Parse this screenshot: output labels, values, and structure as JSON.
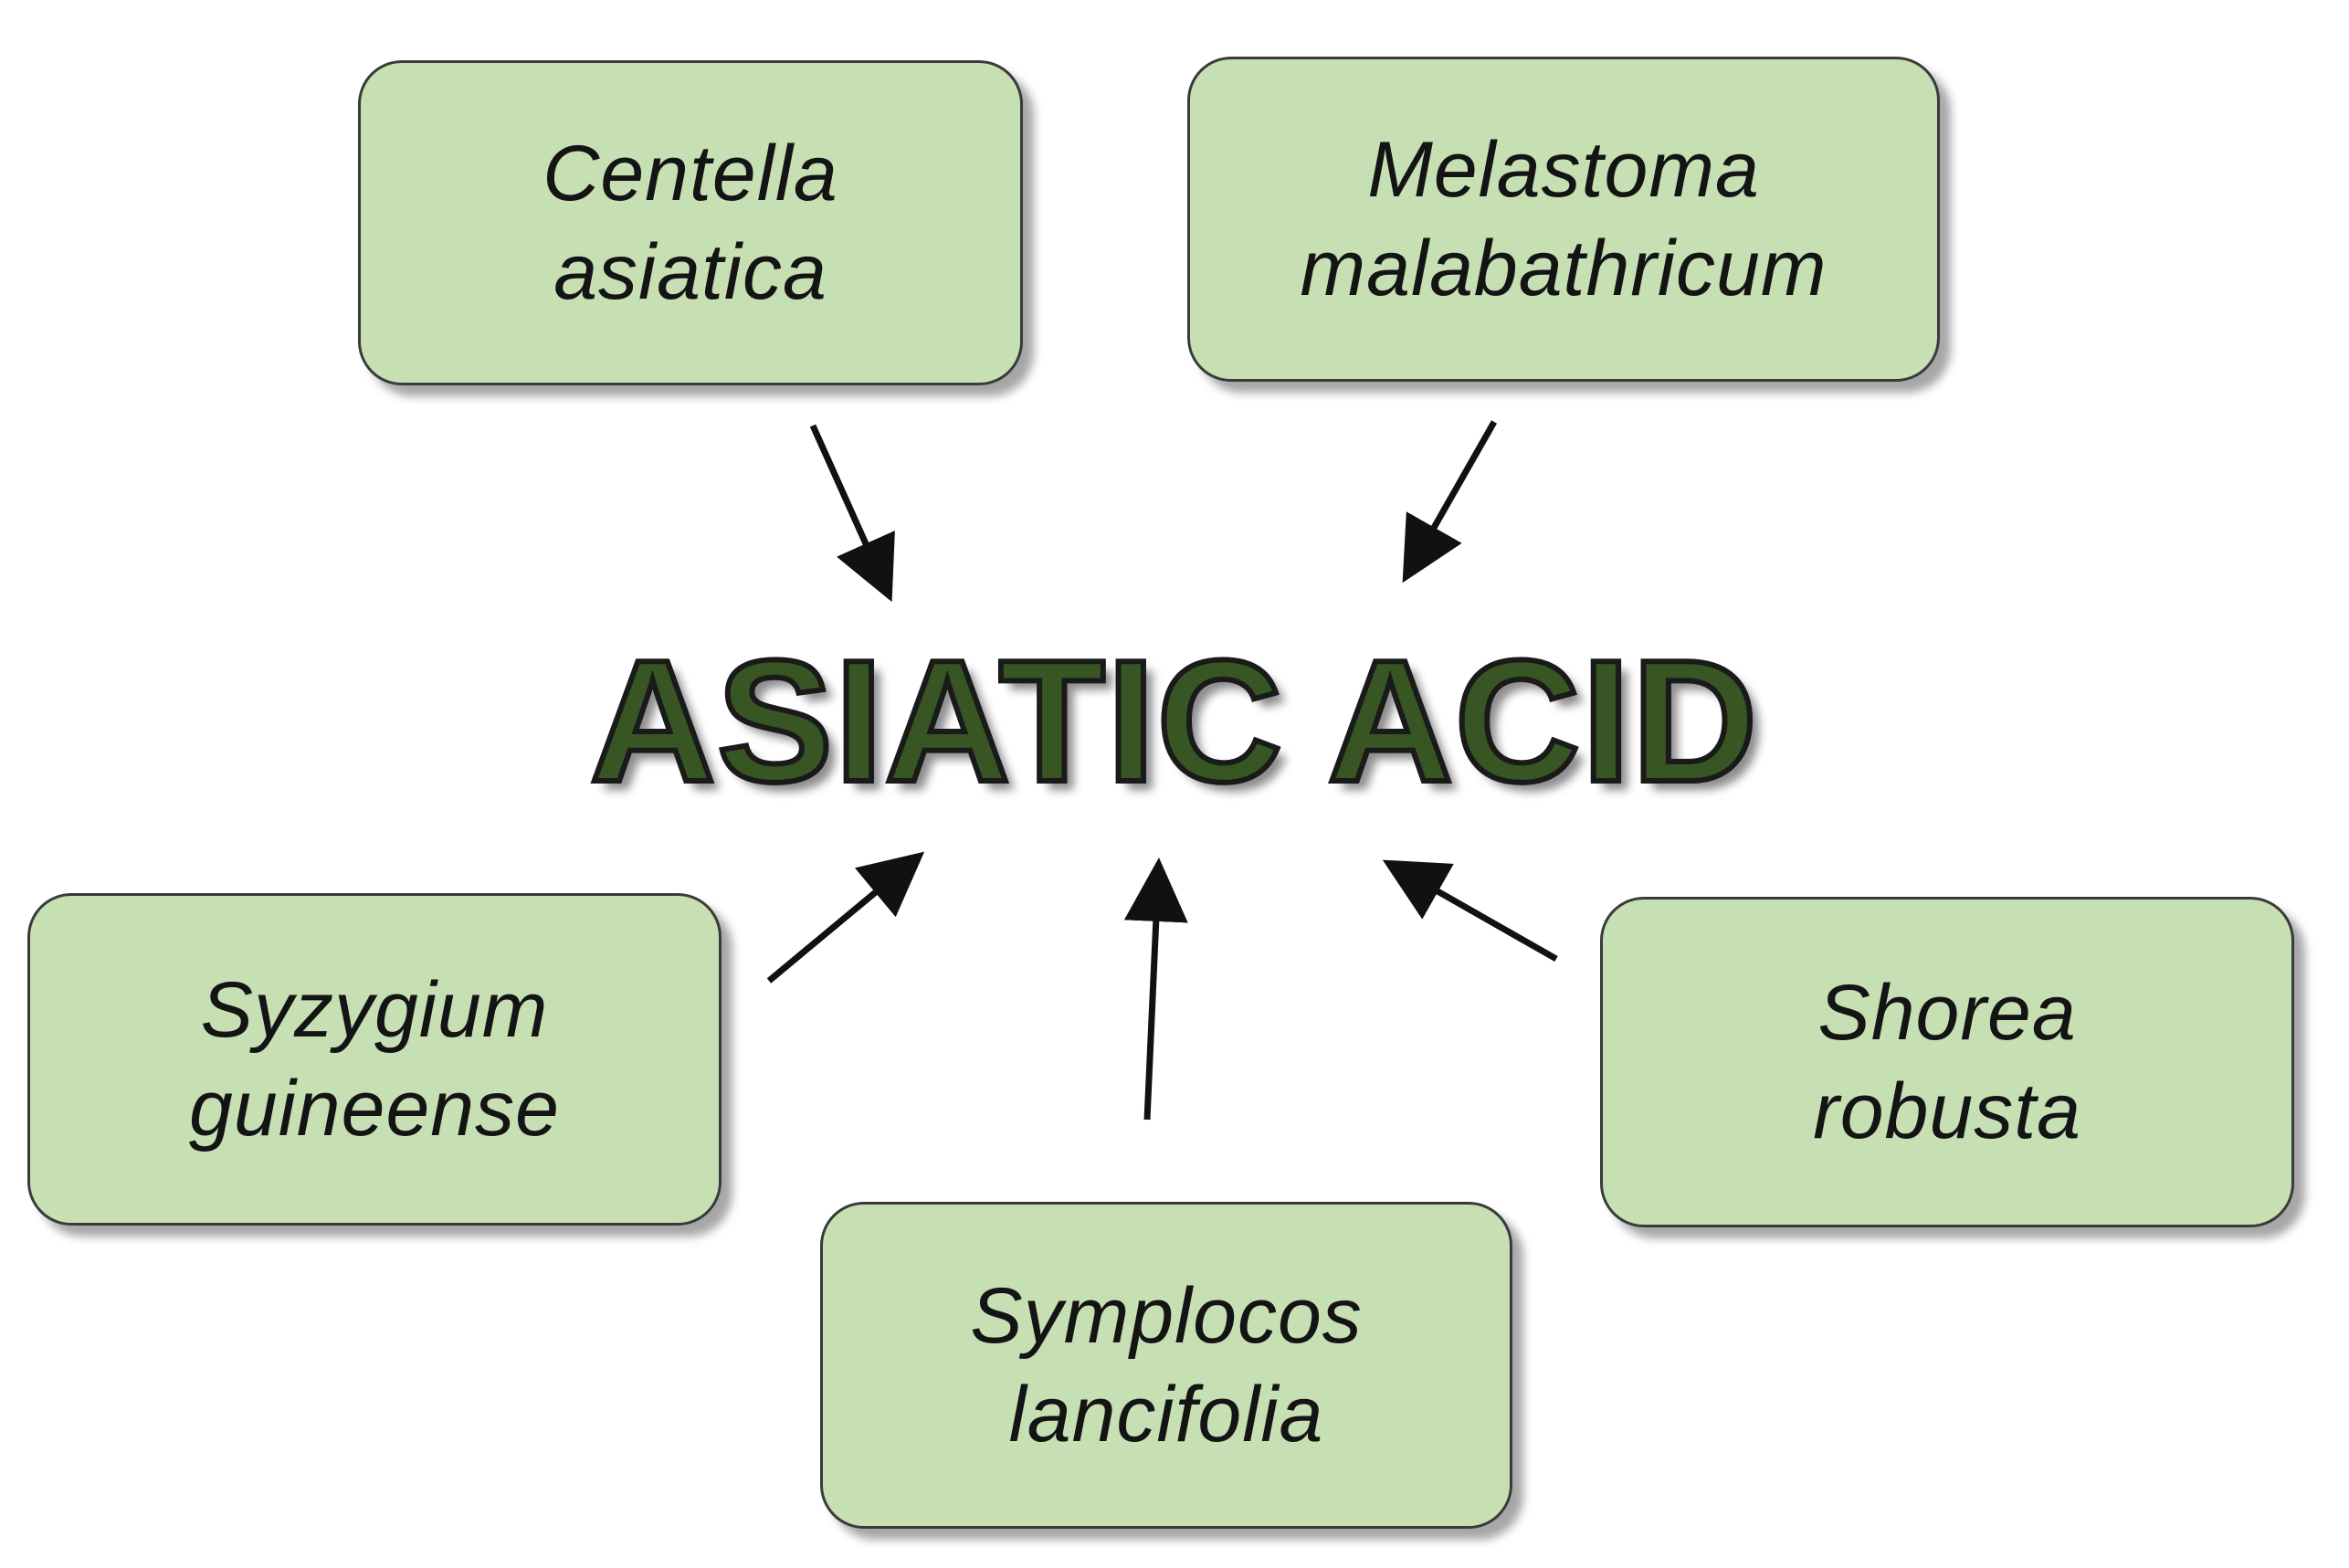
{
  "center_label": "ASIATIC ACID",
  "sources": [
    {
      "id": "centella",
      "line1": "Centella",
      "line2": "asiatica"
    },
    {
      "id": "melastoma",
      "line1": "Melastoma",
      "line2": "malabathricum"
    },
    {
      "id": "syzygium",
      "line1": "Syzygium",
      "line2": "guineense"
    },
    {
      "id": "shorea",
      "line1": "Shorea",
      "line2": "robusta"
    },
    {
      "id": "symplocos",
      "line1": "Symplocos",
      "line2": "lancifolia"
    }
  ],
  "colors": {
    "box_fill": "#c6e0b4",
    "box_border": "#3a3a3a",
    "title_fill": "#375623",
    "arrow": "#111111"
  }
}
